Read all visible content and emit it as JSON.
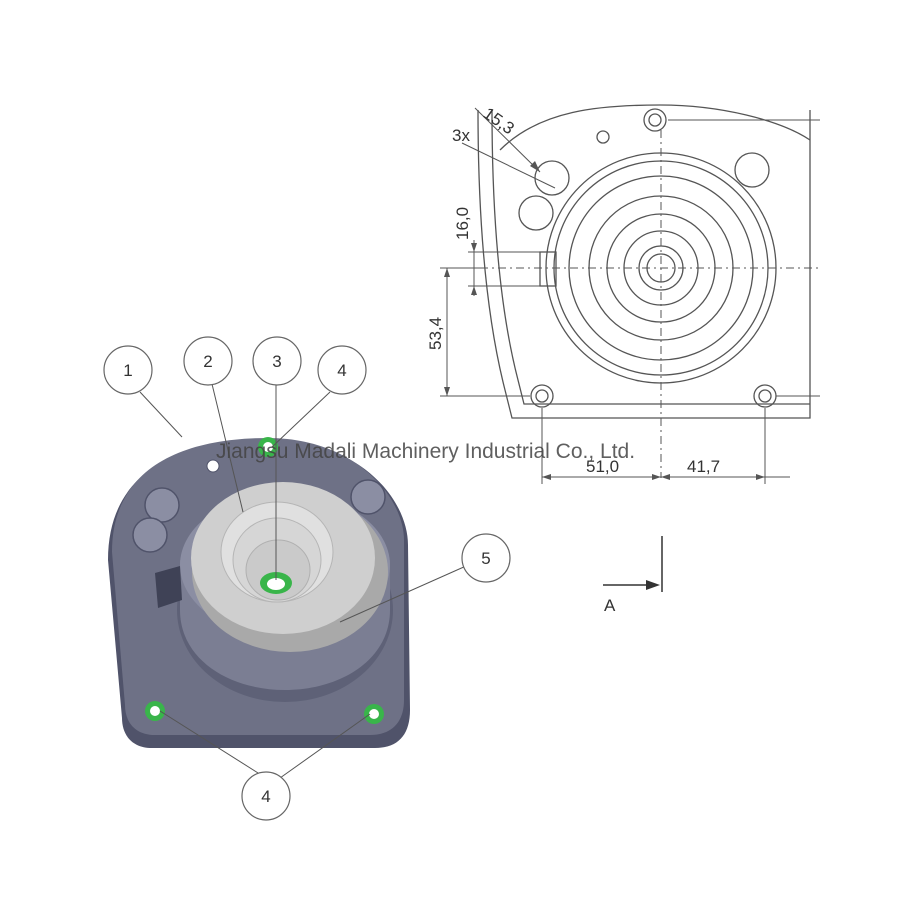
{
  "watermark": "Jiangsu Madali Machinery Industrial Co., Ltd.",
  "callouts": {
    "c1": "1",
    "c2": "2",
    "c3": "3",
    "c4_top": "4",
    "c5": "5",
    "c4_bottom": "4"
  },
  "dimensions": {
    "diameter": "15,3",
    "count": "3x",
    "d16": "16,0",
    "d53": "53,4",
    "d51": "51,0",
    "d41": "41,7"
  },
  "view_label": "A",
  "colors": {
    "body": "#6e7186",
    "body_light": "#8b8ea3",
    "body_dark": "#50536a",
    "insert": "#cfcfcf",
    "insert_dark": "#a9a9a9",
    "seal": "#39b54a",
    "line": "#555555"
  }
}
